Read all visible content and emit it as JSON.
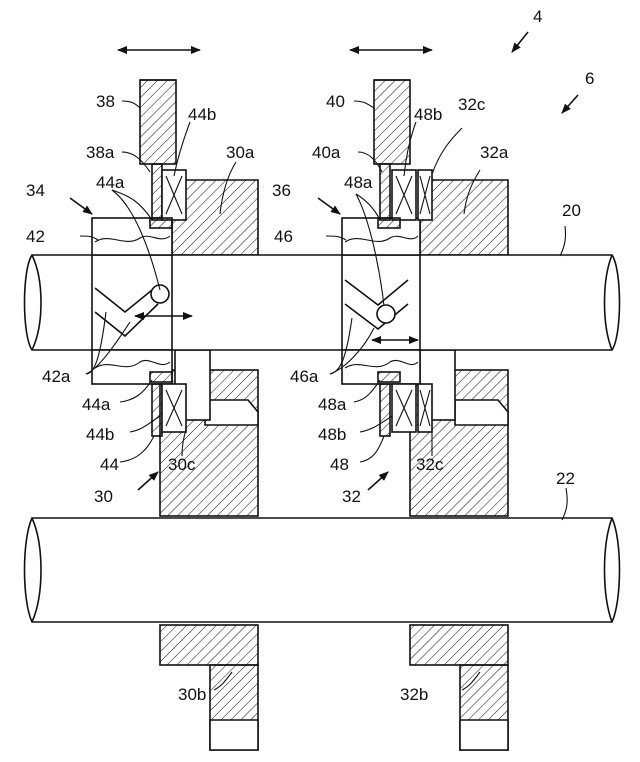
{
  "labels": {
    "l4": "4",
    "l6": "6",
    "l20": "20",
    "l22": "22",
    "l30": "30",
    "l30a": "30a",
    "l30b": "30b",
    "l30c": "30c",
    "l32": "32",
    "l32a": "32a",
    "l32b": "32b",
    "l32c": "32c",
    "l34": "34",
    "l36": "36",
    "l38": "38",
    "l38a": "38a",
    "l40": "40",
    "l40a": "40a",
    "l42": "42",
    "l42a": "42a",
    "l44": "44",
    "l44a_top": "44a",
    "l44a_bot": "44a",
    "l44b_top": "44b",
    "l44b_bot": "44b",
    "l46": "46",
    "l46a": "46a",
    "l48": "48",
    "l48a_top": "48a",
    "l48a_bot": "48a",
    "l48b_top": "48b",
    "l48b_bot": "48b"
  },
  "colors": {
    "line": "#111111",
    "background": "#ffffff"
  }
}
